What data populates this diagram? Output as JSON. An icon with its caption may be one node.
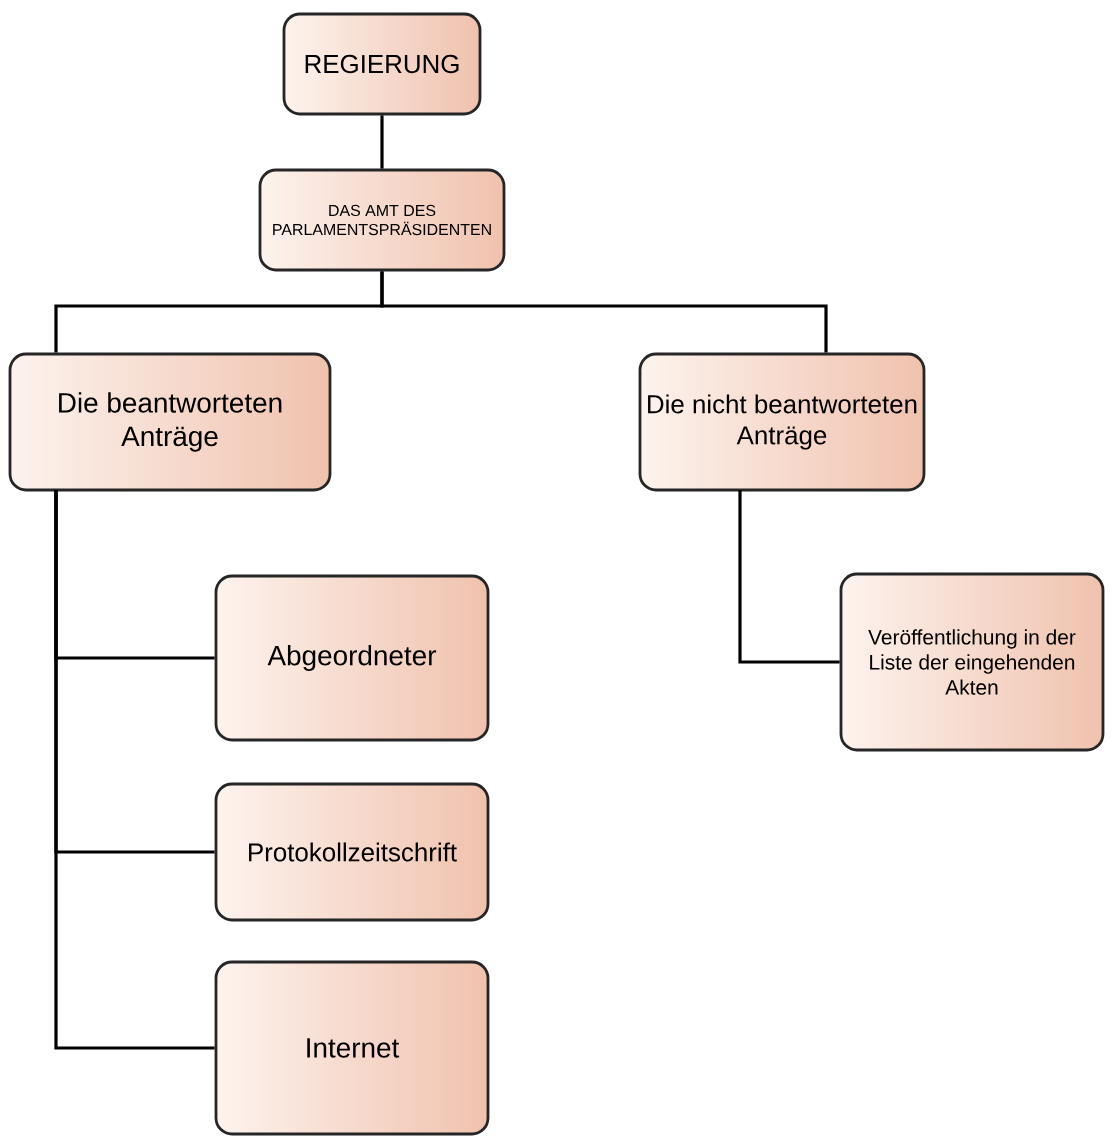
{
  "diagram": {
    "nodes": [
      {
        "text": [
          "REGIERUNG"
        ]
      },
      {
        "text": [
          "DAS AMT DES PARLAMENTSPRÄSIDENTEN"
        ]
      },
      {
        "text": [
          "Die beantworteten Anträge"
        ]
      },
      {
        "text": [
          "Die nicht beantworteten Anträge"
        ]
      },
      {
        "text": [
          "Veröffentlichung in der Liste der eingehenden Akten"
        ]
      },
      {
        "text": [
          "Abgeordneter"
        ]
      },
      {
        "text": [
          "Protokollzeitschrift"
        ]
      },
      {
        "text": [
          "Internet"
        ]
      }
    ],
    "edges": [
      {
        "from": 0,
        "to": 1,
        "arrow": "none"
      },
      {
        "from": 1,
        "to": 2,
        "arrow": "none"
      },
      {
        "from": 1,
        "to": 3,
        "arrow": "none"
      },
      {
        "from": 3,
        "to": 4,
        "arrow": "none"
      },
      {
        "from": 2,
        "to": 5,
        "arrow": "none"
      },
      {
        "from": 2,
        "to": 6,
        "arrow": "none"
      },
      {
        "from": 2,
        "to": 7,
        "arrow": "none"
      }
    ]
  }
}
